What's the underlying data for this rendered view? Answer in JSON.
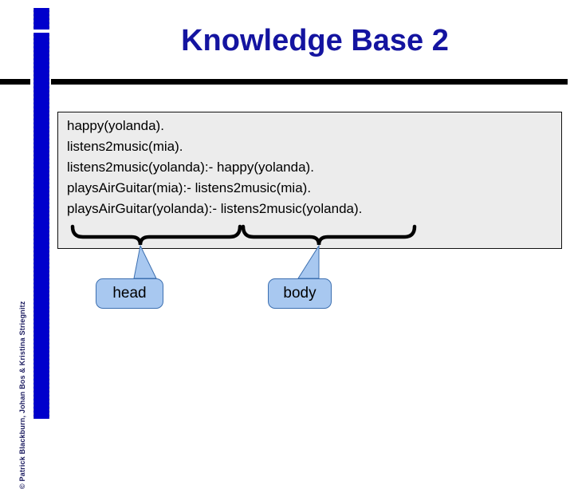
{
  "slide": {
    "title": "Knowledge Base 2",
    "copyright": "© Patrick Blackburn, Johan Bos & Kristina Striegnitz",
    "title_color": "#1414A0",
    "accent_bar_color": "#0000CC",
    "panel_background": "#ECECEC",
    "callout_color": "#A8C8F0"
  },
  "knowledge_base": {
    "lines": [
      "happy(yolanda).",
      "listens2music(mia).",
      "listens2music(yolanda):- happy(yolanda).",
      "playsAirGuitar(mia):- listens2music(mia).",
      "playsAirGuitar(yolanda):- listens2music(yolanda)."
    ]
  },
  "annotations": {
    "head_label": "head",
    "body_label": "body"
  }
}
